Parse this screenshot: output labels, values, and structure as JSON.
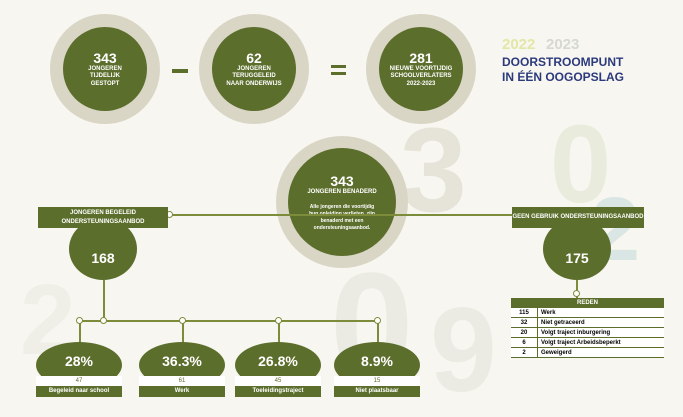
{
  "title": {
    "year_a": "2022",
    "year_b": "2023",
    "line1": "DOORSTROOMPUNT",
    "line2": "IN ÉÉN OOGOPSLAG"
  },
  "top": {
    "stopped": {
      "value": "343",
      "label": "JONGEREN TIJDELIJK GESTOPT"
    },
    "returned": {
      "value": "62",
      "label": "JONGEREN TERUGGELEID NAAR ONDERWIJS"
    },
    "new": {
      "value": "281",
      "label": "NIEUWE VOORTIJDIG SCHOOLVERLATERS",
      "period": "2022-2023"
    }
  },
  "center": {
    "value": "343",
    "label": "JONGEREN BENADERD",
    "desc": "Alle jongeren die voortijdig hun opleiding verlieten, zijn benaderd met een ondersteuningsaanbod."
  },
  "left_branch": {
    "label": "JONGEREN BEGELEID ONDERSTEUNINGSAANBOD",
    "value": "168"
  },
  "right_branch": {
    "label": "GEEN GEBRUIK ONDERSTEUNINGSAANBOD",
    "value": "175"
  },
  "reden": {
    "header": "REDEN",
    "rows": [
      {
        "n": "115",
        "label": "Werk"
      },
      {
        "n": "32",
        "label": "Niet getraceerd"
      },
      {
        "n": "20",
        "label": "Volgt traject inburgering"
      },
      {
        "n": "6",
        "label": "Volgt traject Arbeidsbeperkt"
      },
      {
        "n": "2",
        "label": "Geweigerd"
      }
    ]
  },
  "outcomes": [
    {
      "pct": "28%",
      "count": "47",
      "label": "Begeleid naar school"
    },
    {
      "pct": "36.3%",
      "count": "61",
      "label": "Werk"
    },
    {
      "pct": "26.8%",
      "count": "45",
      "label": "Toeleidingstraject"
    },
    {
      "pct": "8.9%",
      "count": "15",
      "label": "Niet plaatsbaar"
    }
  ],
  "colors": {
    "green": "#5c6e2c",
    "navy": "#2c3a7c",
    "ring": "#d9d6c6",
    "year_a": "#e3e7a6",
    "year_b": "#d6d9d0"
  }
}
